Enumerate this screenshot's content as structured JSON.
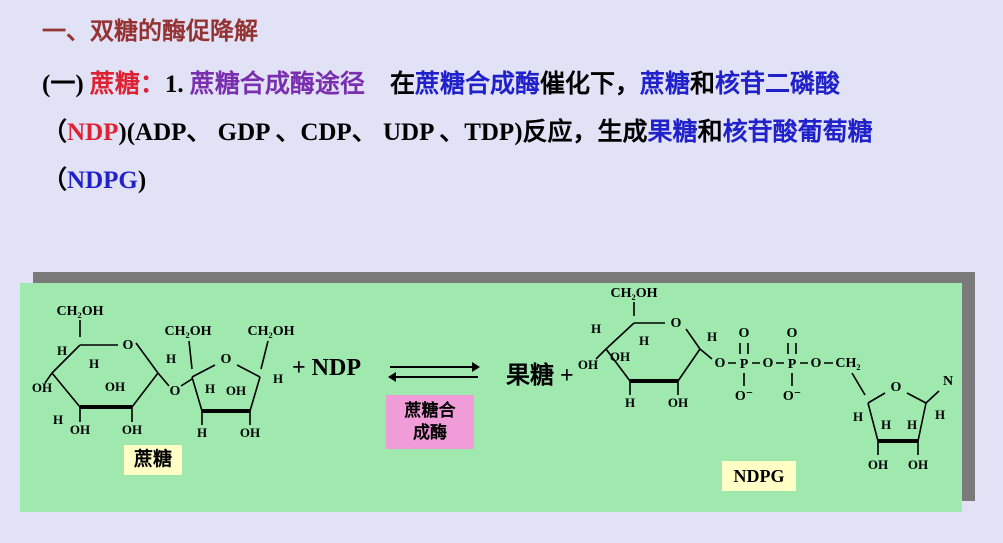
{
  "colors": {
    "background": "#e2e2f6",
    "ink": "#000000",
    "darkred": "#953333",
    "red": "#dd2233",
    "blue": "#2121cc",
    "purple": "#7a2fae",
    "panel_green": "#9fe8ae",
    "shadow_gray": "#7a7a7a",
    "enzyme_pink": "#f09cd8",
    "caption_yellow": "#ffffc6"
  },
  "heading": "一、双糖的酶促降解",
  "body": {
    "line1": {
      "s0": "(一) ",
      "s1": "蔗糖：",
      "s2": "1. ",
      "s3": "蔗糖合成酶途径",
      "s4": "　在",
      "s5": "蔗糖合成酶",
      "s6": "催化下，",
      "s7": "蔗糖",
      "s8": "和",
      "s9": "核苷二磷酸"
    },
    "line2": {
      "s0": "（",
      "s1": "NDP",
      "s2": ")(ADP、 GDP 、CDP、 UDP 、TDP)反应，生成",
      "s3": "果糖",
      "s4": "和",
      "s5": "核苷酸葡萄糖"
    },
    "line3": {
      "s0": "（",
      "s1": "NDPG",
      "s2": ")"
    }
  },
  "diagram": {
    "plus_ndp": "+ NDP",
    "fructose_plus": "果糖 +",
    "enzyme_line1": "蔗糖合",
    "enzyme_line2": "成酶",
    "sucrose_caption": "蔗糖",
    "ndpg_caption": "NDPG",
    "sucrose_labels": {
      "ch2oh_g": "CH₂OH",
      "ring_o_g": "O",
      "h_a": "H",
      "h_b": "H",
      "oh_a": "OH",
      "h_c": "H",
      "oh_b": "OH",
      "h_d": "H",
      "oh_c": "OH",
      "oh_d": "OH",
      "glyco_o": "O",
      "ch2oh_f1": "CH₂OH",
      "ch2oh_f2": "CH₂OH",
      "ring_o_f": "O",
      "h_e": "H",
      "h_f": "H",
      "oh_e": "OH",
      "h_g": "H",
      "oh_f": "OH"
    },
    "ndpg_labels": {
      "ch2oh": "CH₂OH",
      "ring_o": "O",
      "h_a": "H",
      "h_b": "H",
      "oh_a": "OH",
      "h_c": "H",
      "oh_b": "OH",
      "h_d": "H",
      "oh_c": "OH",
      "o_1": "O",
      "p_1": "P",
      "o_1up": "O",
      "o_1dn": "O⁻",
      "o_2": "O",
      "p_2": "P",
      "o_2up": "O",
      "o_2dn": "O⁻",
      "o_3": "O",
      "ch2": "CH₂",
      "ring_o_r": "O",
      "n": "N",
      "h_e": "H",
      "h_f": "H",
      "h_g": "H",
      "h_h": "H",
      "oh_d": "OH",
      "oh_e": "OH"
    }
  }
}
